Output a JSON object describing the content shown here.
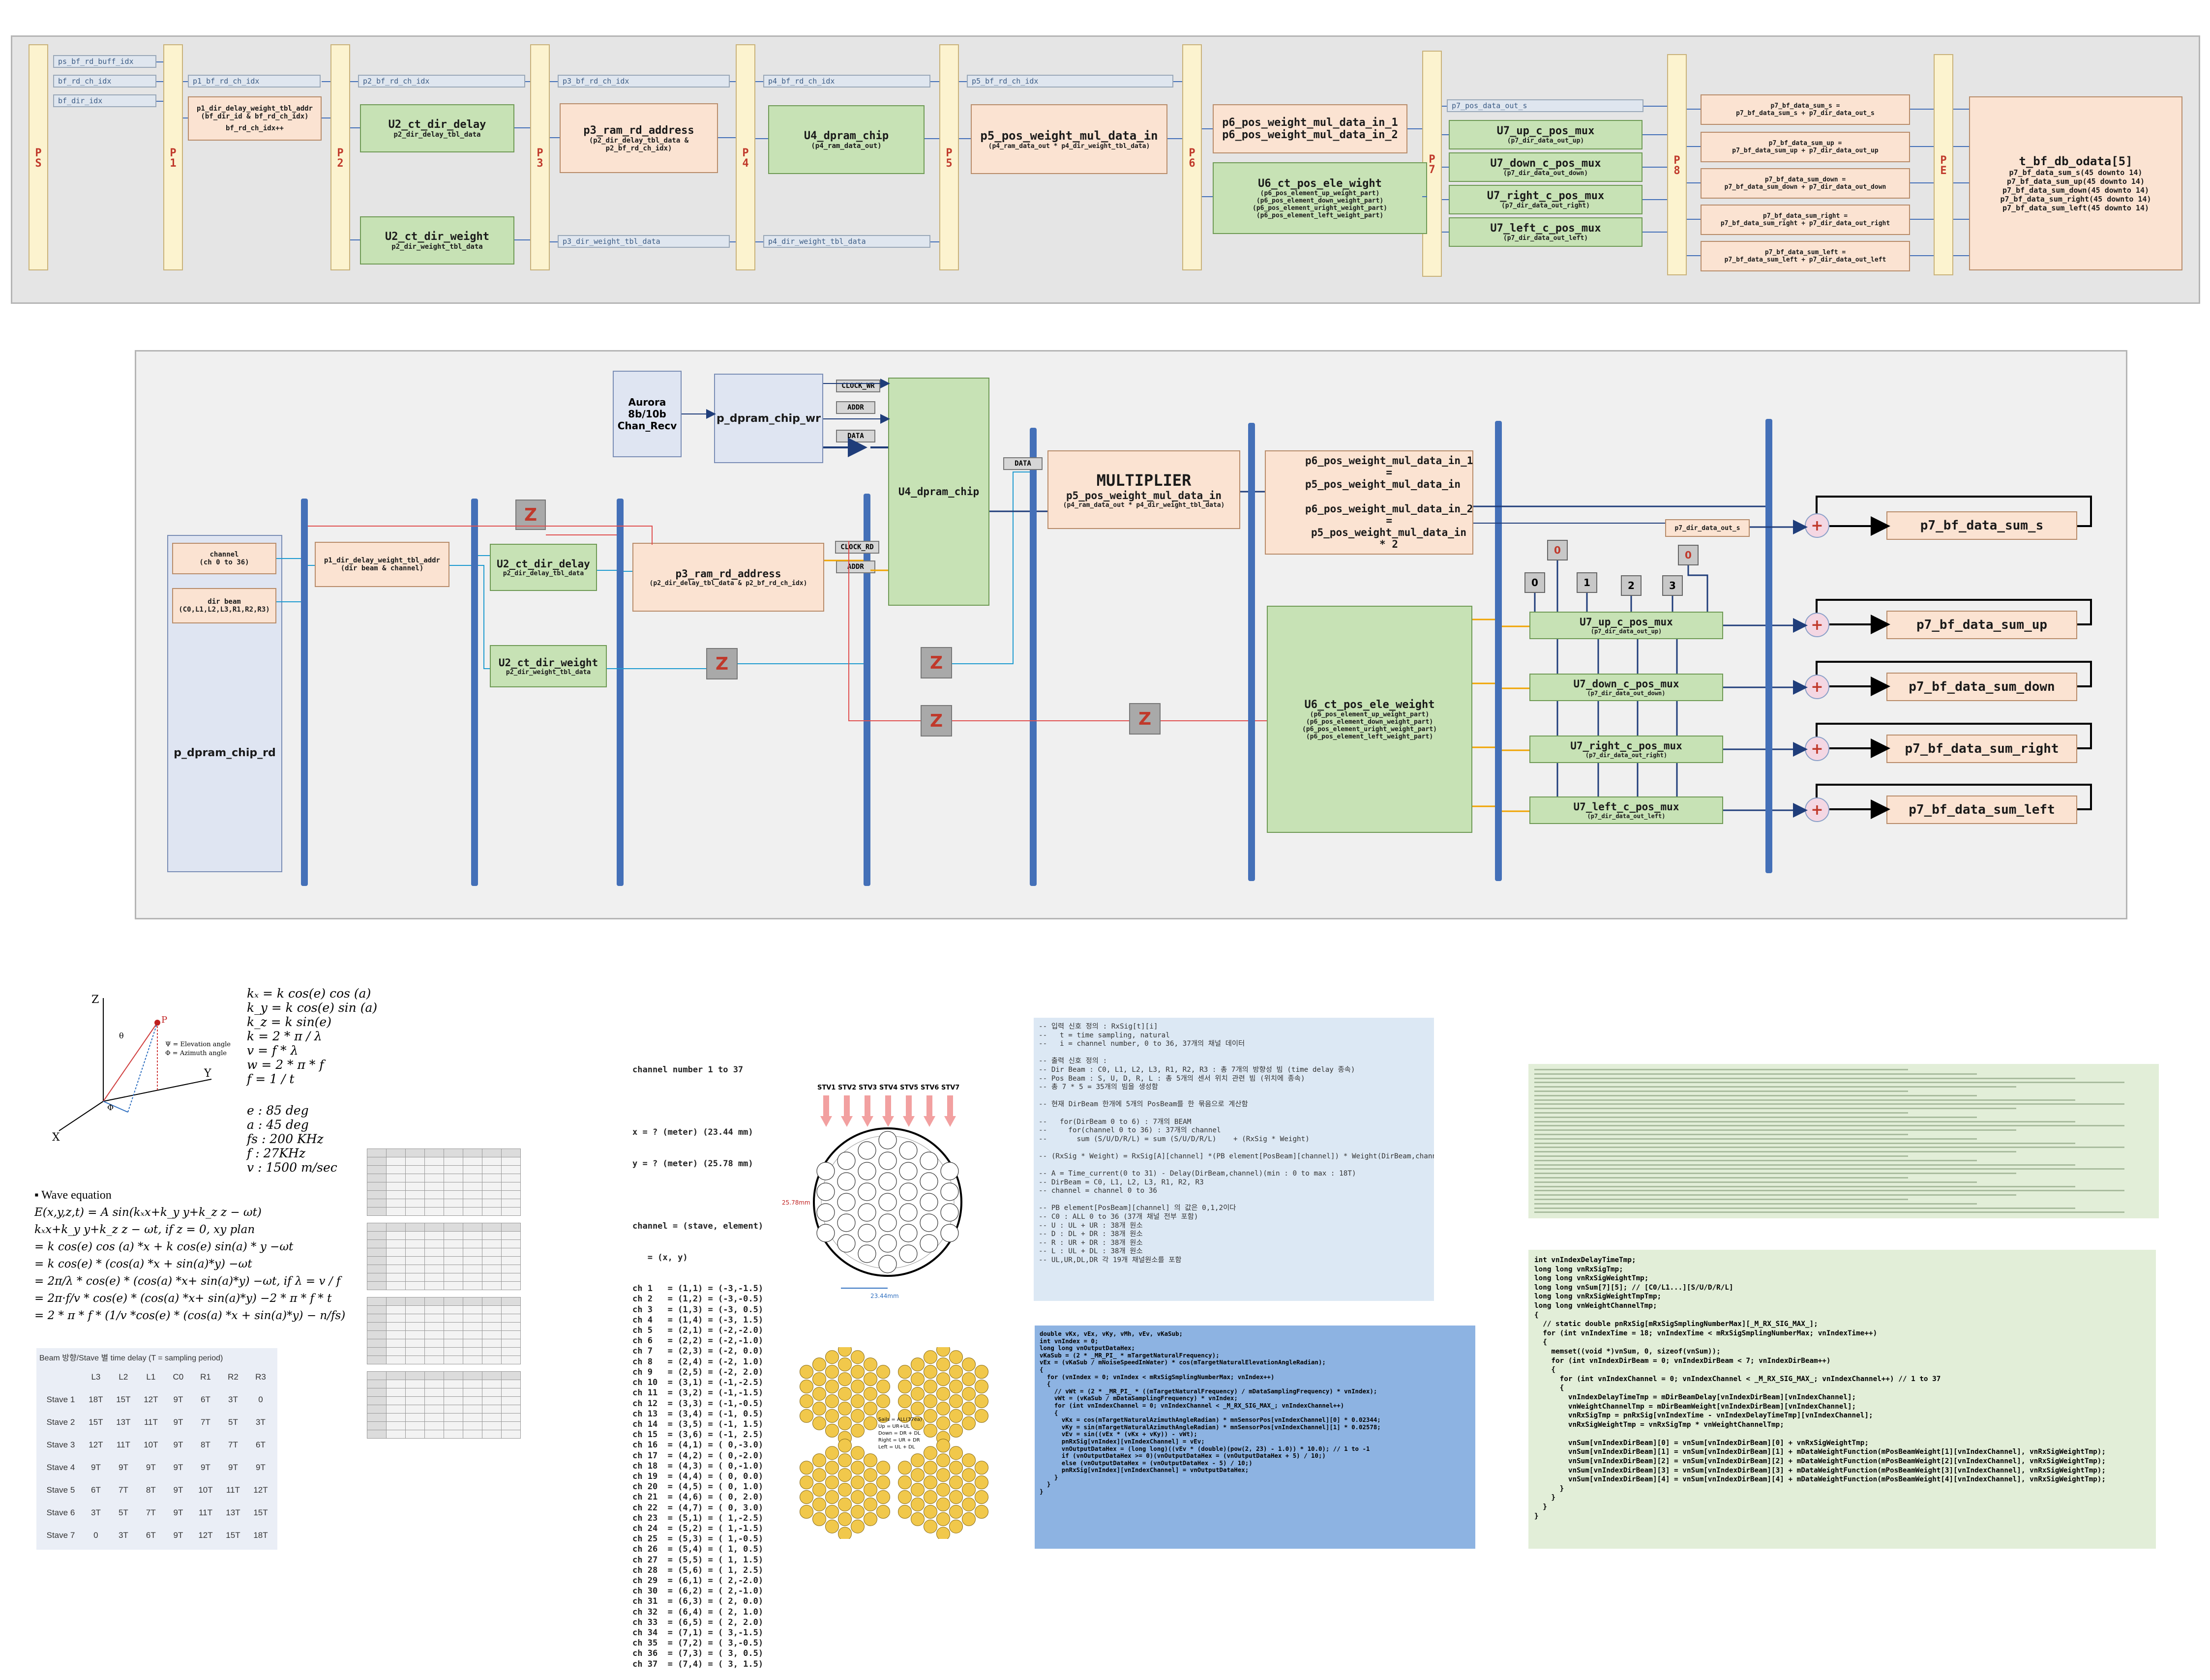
{
  "top": {
    "pbars": [
      "PS",
      "P1",
      "P2",
      "P3",
      "P4",
      "P5",
      "P6",
      "P7",
      "P8",
      "PE"
    ],
    "sig_ps": [
      "ps_bf_rd_buff_idx",
      "bf_rd_ch_idx",
      "bf_dir_idx"
    ],
    "sig_p1": "p1_bf_rd_ch_idx",
    "sig_p2": "p2_bf_rd_ch_idx",
    "sig_p3a": "p3_bf_rd_ch_idx",
    "sig_p3b": "p3_dir_weight_tbl_data",
    "sig_p4a": "p4_bf_rd_ch_idx",
    "sig_p4b": "p4_dir_weight_tbl_data",
    "sig_p5": "p5_bf_rd_ch_idx",
    "sig_p7": "p7_pos_data_out_s",
    "p1_box": {
      "l1": "p1_dir_delay_weight_tbl_addr",
      "l2": "(bf_dir_id & bf_rd_ch_idx)",
      "l3": "bf_rd_ch_idx++"
    },
    "u2_delay": {
      "title": "U2_ct_dir_delay",
      "sub": "p2_dir_delay_tbl_data"
    },
    "u2_weight": {
      "title": "U2_ct_dir_weight",
      "sub": "p2_dir_weight_tbl_data"
    },
    "p3_box": {
      "title": "p3_ram_rd_address",
      "sub1": "(p2_dir_delay_tbl_data &",
      "sub2": "p2_bf_rd_ch_idx)"
    },
    "u4_box": {
      "title": "U4_dpram_chip",
      "sub": "(p4_ram_data_out)"
    },
    "p5_box": {
      "title": "p5_pos_weight_mul_data_in",
      "sub": "(p4_ram_data_out * p4_dir_weight_tbl_data)"
    },
    "p6_box": {
      "l1": "p6_pos_weight_mul_data_in_1",
      "l2": "p6_pos_weight_mul_data_in_2"
    },
    "u6_box": {
      "title": "U6_ct_pos_ele_wight",
      "subs": [
        "(p6_pos_element_up_weight_part)",
        "(p6_pos_element_down_weight_part)",
        "(p6_pos_element_uright_weight_part)",
        "(p6_pos_element_left_weight_part)"
      ]
    },
    "u7": [
      {
        "title": "U7_up_c_pos_mux",
        "sub": "(p7_dir_data_out_up)"
      },
      {
        "title": "U7_down_c_pos_mux",
        "sub": "(p7_dir_data_out_down)"
      },
      {
        "title": "U7_right_c_pos_mux",
        "sub": "(p7_dir_data_out_right)"
      },
      {
        "title": "U7_left_c_pos_mux",
        "sub": "(p7_dir_data_out_left)"
      }
    ],
    "p8": [
      {
        "l1": "p7_bf_data_sum_s =",
        "l2": "p7_bf_data_sum_s + p7_dir_data_out_s"
      },
      {
        "l1": "p7_bf_data_sum_up =",
        "l2": "p7_bf_data_sum_up + p7_dir_data_out_up"
      },
      {
        "l1": "p7_bf_data_sum_down =",
        "l2": "p7_bf_data_sum_down + p7_dir_data_out_down"
      },
      {
        "l1": "p7_bf_data_sum_right =",
        "l2": "p7_bf_data_sum_right + p7_dir_data_out_right"
      },
      {
        "l1": "p7_bf_data_sum_left =",
        "l2": "p7_bf_data_sum_left + p7_dir_data_out_left"
      }
    ],
    "out_box": {
      "title": "t_bf_db_odata[5]",
      "lines": [
        "p7_bf_data_sum_s(45 downto 14)",
        "p7_bf_data_sum_up(45 downto 14)",
        "p7_bf_data_sum_down(45 downto 14)",
        "p7_bf_data_sum_right(45 downto 14)",
        "p7_bf_data_sum_left(45 downto 14)"
      ]
    }
  },
  "mid": {
    "aurora": [
      "Aurora",
      "8b/10b",
      "Chan_Recv"
    ],
    "chip_wr": "p_dpram_chip_wr",
    "tags": {
      "clock_wr": "CLOCK_WR",
      "addr": "ADDR",
      "data": "DATA",
      "clock_rd": "CLOCK_RD"
    },
    "chip_rd": {
      "title": "p_dpram_chip_rd",
      "channel1": "channel",
      "channel2": "(ch 0 to 36)",
      "beam1": "dir beam",
      "beam2": "(C0,L1,L2,L3,R1,R2,R3)"
    },
    "p1": {
      "l1": "p1_dir_delay_weight_tbl_addr",
      "l2": "(dir beam & channel)"
    },
    "u2_delay": {
      "title": "U2_ct_dir_delay",
      "sub": "p2_dir_delay_tbl_data"
    },
    "u2_weight": {
      "title": "U2_ct_dir_weight",
      "sub": "p2_dir_weight_tbl_data"
    },
    "p3": {
      "title": "p3_ram_rd_address",
      "sub": "(p2_dir_delay_tbl_data & p2_bf_rd_ch_idx)"
    },
    "u4": "U4_dpram_chip",
    "mult": {
      "title": "MULTIPLIER",
      "l2": "p5_pos_weight_mul_data_in",
      "l3": "(p4_ram_data_out * p4_dir_weight_tbl_data)"
    },
    "p6": {
      "a1": "p6_pos_weight_mul_data_in_1 =",
      "a2": "p5_pos_weight_mul_data_in",
      "b1": "p6_pos_weight_mul_data_in_2 =",
      "b2": "p5_pos_weight_mul_data_in * 2"
    },
    "u6": {
      "title": "U6_ct_pos_ele_weight",
      "subs": [
        "(p6_pos_element_up_weight_part)",
        "(p6_pos_element_down_weight_part)",
        "(p6_pos_element_uright_weight_part)",
        "(p6_pos_element_left_weight_part)"
      ]
    },
    "z": "Z",
    "mux_inputs": [
      "0",
      "0",
      "1",
      "2",
      "3",
      "0"
    ],
    "p7_out_s": "p7_dir_data_out_s",
    "u7": [
      {
        "title": "U7_up_c_pos_mux",
        "sub": "(p7_dir_data_out_up)"
      },
      {
        "title": "U7_down_c_pos_mux",
        "sub": "(p7_dir_data_out_down)"
      },
      {
        "title": "U7_right_c_pos_mux",
        "sub": "(p7_dir_data_out_right)"
      },
      {
        "title": "U7_left_c_pos_mux",
        "sub": "(p7_dir_data_out_left)"
      }
    ],
    "plus": "+",
    "sums": [
      "p7_bf_data_sum_s",
      "p7_bf_data_sum_up",
      "p7_bf_data_sum_down",
      "p7_bf_data_sum_right",
      "p7_bf_data_sum_left"
    ]
  },
  "bottom": {
    "axes": {
      "z": "Z",
      "y": "Y",
      "x": "X",
      "p": "P",
      "theta": "θ",
      "phi": "Φ",
      "legend1": "Ψ = Elevation angle",
      "legend2": "Φ = Azimuth angle"
    },
    "formulas": [
      "kₓ = k cos(e) cos (a)",
      "k_y = k cos(e) sin (a)",
      "k_z = k sin(e)",
      "k = 2 * π / λ",
      "v = f * λ",
      "w = 2 * π * f",
      "f = 1 / t"
    ],
    "params": [
      "e : 85 deg",
      "a : 45 deg",
      "fs : 200 KHz",
      "f : 27KHz",
      "v : 1500 m/sec"
    ],
    "wave_title": "Wave equation",
    "wave_lines": [
      "E(x,y,z,t) = A sin(kₓx+k_y y+k_z z − ωt)",
      "kₓx+k_y y+k_z z − ωt,  if z = 0, xy plan",
      "= k cos(e) cos (a) *x + k cos(e) sin(a) * y −ωt",
      "= k cos(e) * (cos(a) *x + sin(a)*y) −ωt",
      "= 2π/λ * cos(e) * (cos(a) *x+ sin(a)*y) −ωt,  if λ = v / f",
      "= 2π·f/v * cos(e) * (cos(a) *x+ sin(a)*y) −2 * π * f * t",
      "= 2 * π * f * (1/v *cos(e) * (cos(a) *x + sin(a)*y) − n/fs)"
    ],
    "beam_table": {
      "title": "Beam 방향/Stave 별 time delay (T = sampling period)",
      "headers": [
        "",
        "L3",
        "L2",
        "L1",
        "C0",
        "R1",
        "R2",
        "R3"
      ],
      "rows": [
        [
          "Stave 1",
          "18T",
          "15T",
          "12T",
          "9T",
          "6T",
          "3T",
          "0"
        ],
        [
          "Stave 2",
          "15T",
          "13T",
          "11T",
          "9T",
          "7T",
          "5T",
          "3T"
        ],
        [
          "Stave 3",
          "12T",
          "11T",
          "10T",
          "9T",
          "8T",
          "7T",
          "6T"
        ],
        [
          "Stave 4",
          "9T",
          "9T",
          "9T",
          "9T",
          "9T",
          "9T",
          "9T"
        ],
        [
          "Stave 5",
          "6T",
          "7T",
          "8T",
          "9T",
          "10T",
          "11T",
          "12T"
        ],
        [
          "Stave 6",
          "3T",
          "5T",
          "7T",
          "9T",
          "11T",
          "13T",
          "15T"
        ],
        [
          "Stave 7",
          "0",
          "3T",
          "6T",
          "9T",
          "12T",
          "15T",
          "18T"
        ]
      ]
    },
    "channel": {
      "l1": "channel number 1 to 37",
      "l2": "x = ? (meter) (23.44 mm)",
      "l3": "y = ? (meter) (25.78 mm)",
      "l4": "channel = (stave, element)",
      "l5": "   = (x, y)",
      "list": [
        "ch 1   = (1,1) = (-3,-1.5)",
        "ch 2   = (1,2) = (-3,-0.5)",
        "ch 3   = (1,3) = (-3, 0.5)",
        "ch 4   = (1,4) = (-3, 1.5)",
        "ch 5   = (2,1) = (-2,-2.0)",
        "ch 6   = (2,2) = (-2,-1.0)",
        "ch 7   = (2,3) = (-2, 0.0)",
        "ch 8   = (2,4) = (-2, 1.0)",
        "ch 9   = (2,5) = (-2, 2.0)",
        "ch 10  = (3,1) = (-1,-2.5)",
        "ch 11  = (3,2) = (-1,-1.5)",
        "ch 12  = (3,3) = (-1,-0.5)",
        "ch 13  = (3,4) = (-1, 0.5)",
        "ch 14  = (3,5) = (-1, 1.5)",
        "ch 15  = (3,6) = (-1, 2.5)",
        "ch 16  = (4,1) = ( 0,-3.0)",
        "ch 17  = (4,2) = ( 0,-2.0)",
        "ch 18  = (4,3) = ( 0,-1.0)",
        "ch 19  = (4,4) = ( 0, 0.0)",
        "ch 20  = (4,5) = ( 0, 1.0)",
        "ch 21  = (4,6) = ( 0, 2.0)",
        "ch 22  = (4,7) = ( 0, 3.0)",
        "ch 23  = (5,1) = ( 1,-2.5)",
        "ch 24  = (5,2) = ( 1,-1.5)",
        "ch 25  = (5,3) = ( 1,-0.5)",
        "ch 26  = (5,4) = ( 1, 0.5)",
        "ch 27  = (5,5) = ( 1, 1.5)",
        "ch 28  = (5,6) = ( 1, 2.5)",
        "ch 29  = (6,1) = ( 2,-2.0)",
        "ch 30  = (6,2) = ( 2,-1.0)",
        "ch 31  = (6,3) = ( 2, 0.0)",
        "ch 32  = (6,4) = ( 2, 1.0)",
        "ch 33  = (6,5) = ( 2, 2.0)",
        "ch 34  = (7,1) = ( 3,-1.5)",
        "ch 35  = (7,2) = ( 3,-0.5)",
        "ch 36  = (7,3) = ( 3, 0.5)",
        "ch 37  = (7,4) = ( 3, 1.5)"
      ]
    },
    "staves": [
      "STV1",
      "STV2",
      "STV3",
      "STV4",
      "STV5",
      "STV6",
      "STV7"
    ],
    "dim1": "25.78mm",
    "dim2": "23.44mm",
    "hex_legend": [
      "Sails = ALL(37ea)",
      "Up = UR+UL",
      "Down = DR + DL",
      "Right = UR + DR",
      "Left = UL + DL"
    ],
    "comment_code": "-- 입력 신호 정의 : RxSig[t][i]\n--   t = time sampling, natural\n--   i = channel number, 0 to 36, 37개의 채널 데이터\n\n-- 출력 신호 정의 :\n-- Dir Beam : C0, L1, L2, L3, R1, R2, R3 : 총 7개의 방향성 빔 (time delay 종속)\n-- Pos Beam : S, U, D, R, L : 총 5개의 센서 위치 관련 빔 (위치에 종속)\n-- 총 7 * 5 = 35개의 빔을 생성함\n\n-- 현재 DirBeam 한개에 5개의 PosBeam를 한 묶음으로 계산함\n\n--   for(DirBeam 0 to 6) : 7개의 BEAM\n--     for(channel 0 to 36) : 37개의 channel\n--       sum (S/U/D/R/L) = sum (S/U/D/R/L)    + (RxSig * Weight)\n\n-- (RxSig * Weight) = RxSig[A][channel] *(PB element[PosBeam][channel]) * Weight(DirBeam,channel)\n\n-- A = Time_current(0 to 31) - Delay(DirBeam,channel)(min : 0 to max : 18T)\n-- DirBeam = C0, L1, L2, L3, R1, R2, R3\n-- channel = channel 0 to 36\n\n-- PB element[PosBeam][channel] 의 값은 0,1,2이다\n-- C0 : ALL 0 to 36 (37개 채널 전부 포함)\n-- U : UL + UR : 38개 원소\n-- D : DL + DR : 38개 원소\n-- R : UR + DR : 38개 원소\n-- L : UL + DL : 38개 원소\n-- UL,UR,DL,DR 각 19개 채널원소를 포함",
    "blue_code": "double vKx, vEx, vKy, vMh, vEv, vKaSub;\nint vnIndex = 0;\nlong long vnOutputDataHex;\nvKaSub = (2 * _MR_PI_ * mTargetNaturalFrequency);\nvEx = (vKaSub / mNoiseSpeedInWater) * cos(mTargetNaturalElevationAngleRadian);\n{\n  for (vnIndex = 0; vnIndex < mRxSigSmplingNumberMax; vnIndex++)\n  {\n    // vWt = (2 * _MR_PI_ * ((mTargetNaturalFrequency) / mDataSamplingFrequency) * vnIndex);\n    vWt = (vKaSub / mDataSamplingFrequency) * vnIndex;\n    for (int vnIndexChannel = 0; vnIndexChannel < _M_RX_SIG_MAX_; vnIndexChannel++)\n    {\n      vKx = cos(mTargetNaturalAzimuthAngleRadian) * mnSensorPos[vnIndexChannel][0] * 0.02344;\n      vKy = sin(mTargetNaturalAzimuthAngleRadian) * mnSensorPos[vnIndexChannel][1] * 0.02578;\n      vEv = sin((vEx * (vKx + vKy)) - vWt);\n      pnRxSig[vnIndex][vnIndexChannel] = vEv;\n      vnOutputDataHex = (long long)((vEv * (double)(pow(2, 23) - 1.0)) * 10.0); // 1 to -1\n      if (vnOutputDataHex >= 0)(vnOutputDataHex = (vnOutputDataHex + 5) / 10;)\n      else (vnOutputDataHex = (vnOutputDataHex - 5) / 10;)\n      pnRxSig[vnIndex][vnIndexChannel] = vnOutputDataHex;\n    }\n  }\n}",
    "green_code": "int vnIndexDelayTimeTmp;\nlong long vnRxSigTmp;\nlong long vnRxSigWeightTmp;\nlong long vnSum[7][5]; // [C0/L1...][S/U/D/R/L]\nlong long vnRxSigWeightTmpTmp;\nlong long vnWeightChannelTmp;\n{\n  // static double pnRxSig[mRxSigSmplingNumberMax][_M_RX_SIG_MAX_];\n  for (int vnIndexTime = 18; vnIndexTime < mRxSigSmplingNumberMax; vnIndexTime++)\n  {\n    memset((void *)vnSum, 0, sizeof(vnSum));\n    for (int vnIndexDirBeam = 0; vnIndexDirBeam < 7; vnIndexDirBeam++)\n    {\n      for (int vnIndexChannel = 0; vnIndexChannel < _M_RX_SIG_MAX_; vnIndexChannel++) // 1 to 37\n      {\n        vnIndexDelayTimeTmp = mDirBeamDelay[vnIndexDirBeam][vnIndexChannel];\n        vnWeightChannelTmp = mDirBeamWeight[vnIndexDirBeam][vnIndexChannel];\n        vnRxSigTmp = pnRxSig[vnIndexTime - vnIndexDelayTimeTmp][vnIndexChannel];\n        vnRxSigWeightTmp = vnRxSigTmp * vnWeightChannelTmp;\n\n        vnSum[vnIndexDirBeam][0] = vnSum[vnIndexDirBeam][0] + vnRxSigWeightTmp;\n        vnSum[vnIndexDirBeam][1] = vnSum[vnIndexDirBeam][1] + mDataWeightFunction(mPosBeamWeight[1][vnIndexChannel], vnRxSigWeightTmp);\n        vnSum[vnIndexDirBeam][2] = vnSum[vnIndexDirBeam][2] + mDataWeightFunction(mPosBeamWeight[2][vnIndexChannel], vnRxSigWeightTmp);\n        vnSum[vnIndexDirBeam][3] = vnSum[vnIndexDirBeam][3] + mDataWeightFunction(mPosBeamWeight[3][vnIndexChannel], vnRxSigWeightTmp);\n        vnSum[vnIndexDirBeam][4] = vnSum[vnIndexDirBeam][4] + mDataWeightFunction(mPosBeamWeight[4][vnIndexChannel], vnRxSigWeightTmp);\n      }\n    }\n  }\n}"
  },
  "colors": {
    "bus": "#4470b8",
    "green": "#c7e2b5",
    "orange": "#fbe3d2",
    "yellow_bar": "#fcf3cf",
    "z_red": "#c0392b"
  }
}
